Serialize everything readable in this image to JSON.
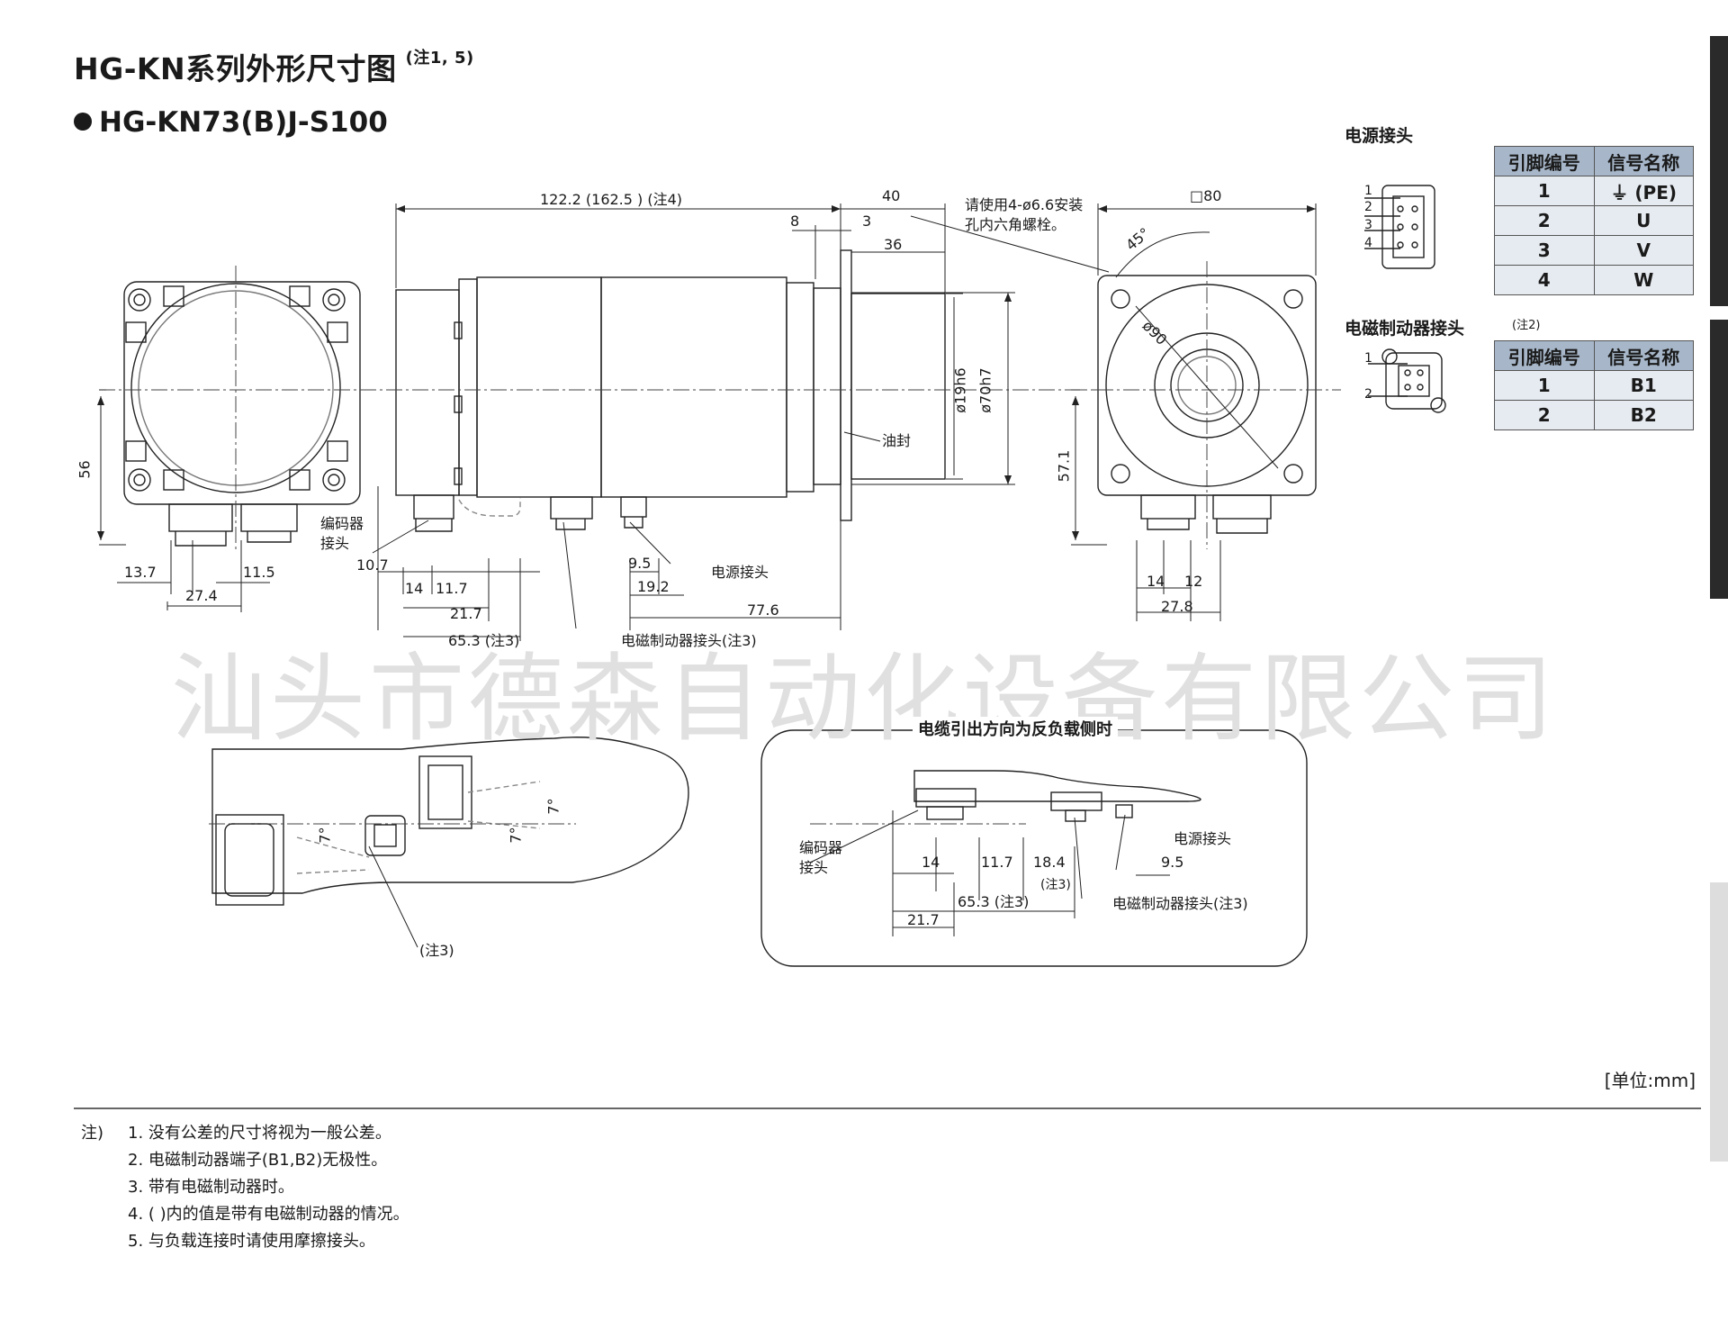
{
  "title": "HG-KN系列外形尺寸图",
  "title_note": "(注1, 5)",
  "model": "HG-KN73(B)J-S100",
  "watermark": "汕头市德森自动化设备有限公司",
  "dims": {
    "total_length": "122.2 (162.5 ) (注4)",
    "d40": "40",
    "d8": "8",
    "d3": "3",
    "d36": "36",
    "square": "□80",
    "mount_note_1": "请使用4-ø6.6安装",
    "mount_note_2": "孔内六角螺栓。",
    "angle45": "45°",
    "d90": "ø90",
    "shaft_d": "ø19h6",
    "spigot_d": "ø70h7",
    "oil_seal": "油封",
    "d56": "56",
    "d57_1": "57.1",
    "encoder_conn_1": "编码器",
    "encoder_conn_2": "接头",
    "d13_7": "13.7",
    "d11_5": "11.5",
    "d27_4": "27.4",
    "d10_7": "10.7",
    "d14": "14",
    "d11_7": "11.7",
    "d21_7": "21.7",
    "d65_3": "65.3 (注3)",
    "d9_5": "9.5",
    "d19_2": "19.2",
    "d77_6": "77.6",
    "power_conn": "电源接头",
    "brake_conn": "电磁制动器接头(注3)",
    "d14b": "14",
    "d12": "12",
    "d27_8": "27.8"
  },
  "detail_left": {
    "angle_a": "7°",
    "angle_b": "7°",
    "angle_c": "7°",
    "note": "(注3)"
  },
  "detail_right": {
    "title": "电缆引出方向为反负载侧时",
    "encoder_1": "编码器",
    "encoder_2": "接头",
    "power": "电源接头",
    "d14": "14",
    "d11_7": "11.7",
    "d18_4": "18.4",
    "note3": "(注3)",
    "d9_5": "9.5",
    "d65_3": "65.3 (注3)",
    "d21_7": "21.7",
    "brake": "电磁制动器接头(注3)"
  },
  "power_connector": {
    "heading": "电源接头",
    "pins": [
      "1",
      "2",
      "3",
      "4"
    ],
    "columns": [
      "引脚编号",
      "信号名称"
    ],
    "rows": [
      [
        "1",
        "⏚ (PE)"
      ],
      [
        "2",
        "U"
      ],
      [
        "3",
        "V"
      ],
      [
        "4",
        "W"
      ]
    ]
  },
  "brake_connector": {
    "heading": "电磁制动器接头",
    "note": "(注2)",
    "pins": [
      "1",
      "2"
    ],
    "columns": [
      "引脚编号",
      "信号名称"
    ],
    "rows": [
      [
        "1",
        "B1"
      ],
      [
        "2",
        "B2"
      ]
    ]
  },
  "unit": "[单位:mm]",
  "notes": {
    "prefix": "注)",
    "items": [
      "1. 没有公差的尺寸将视为一般公差。",
      "2. 电磁制动器端子(B1,B2)无极性。",
      "3. 带有电磁制动器时。",
      "4. (   )内的值是带有电磁制动器的情况。",
      "5. 与负载连接时请使用摩擦接头。"
    ]
  }
}
